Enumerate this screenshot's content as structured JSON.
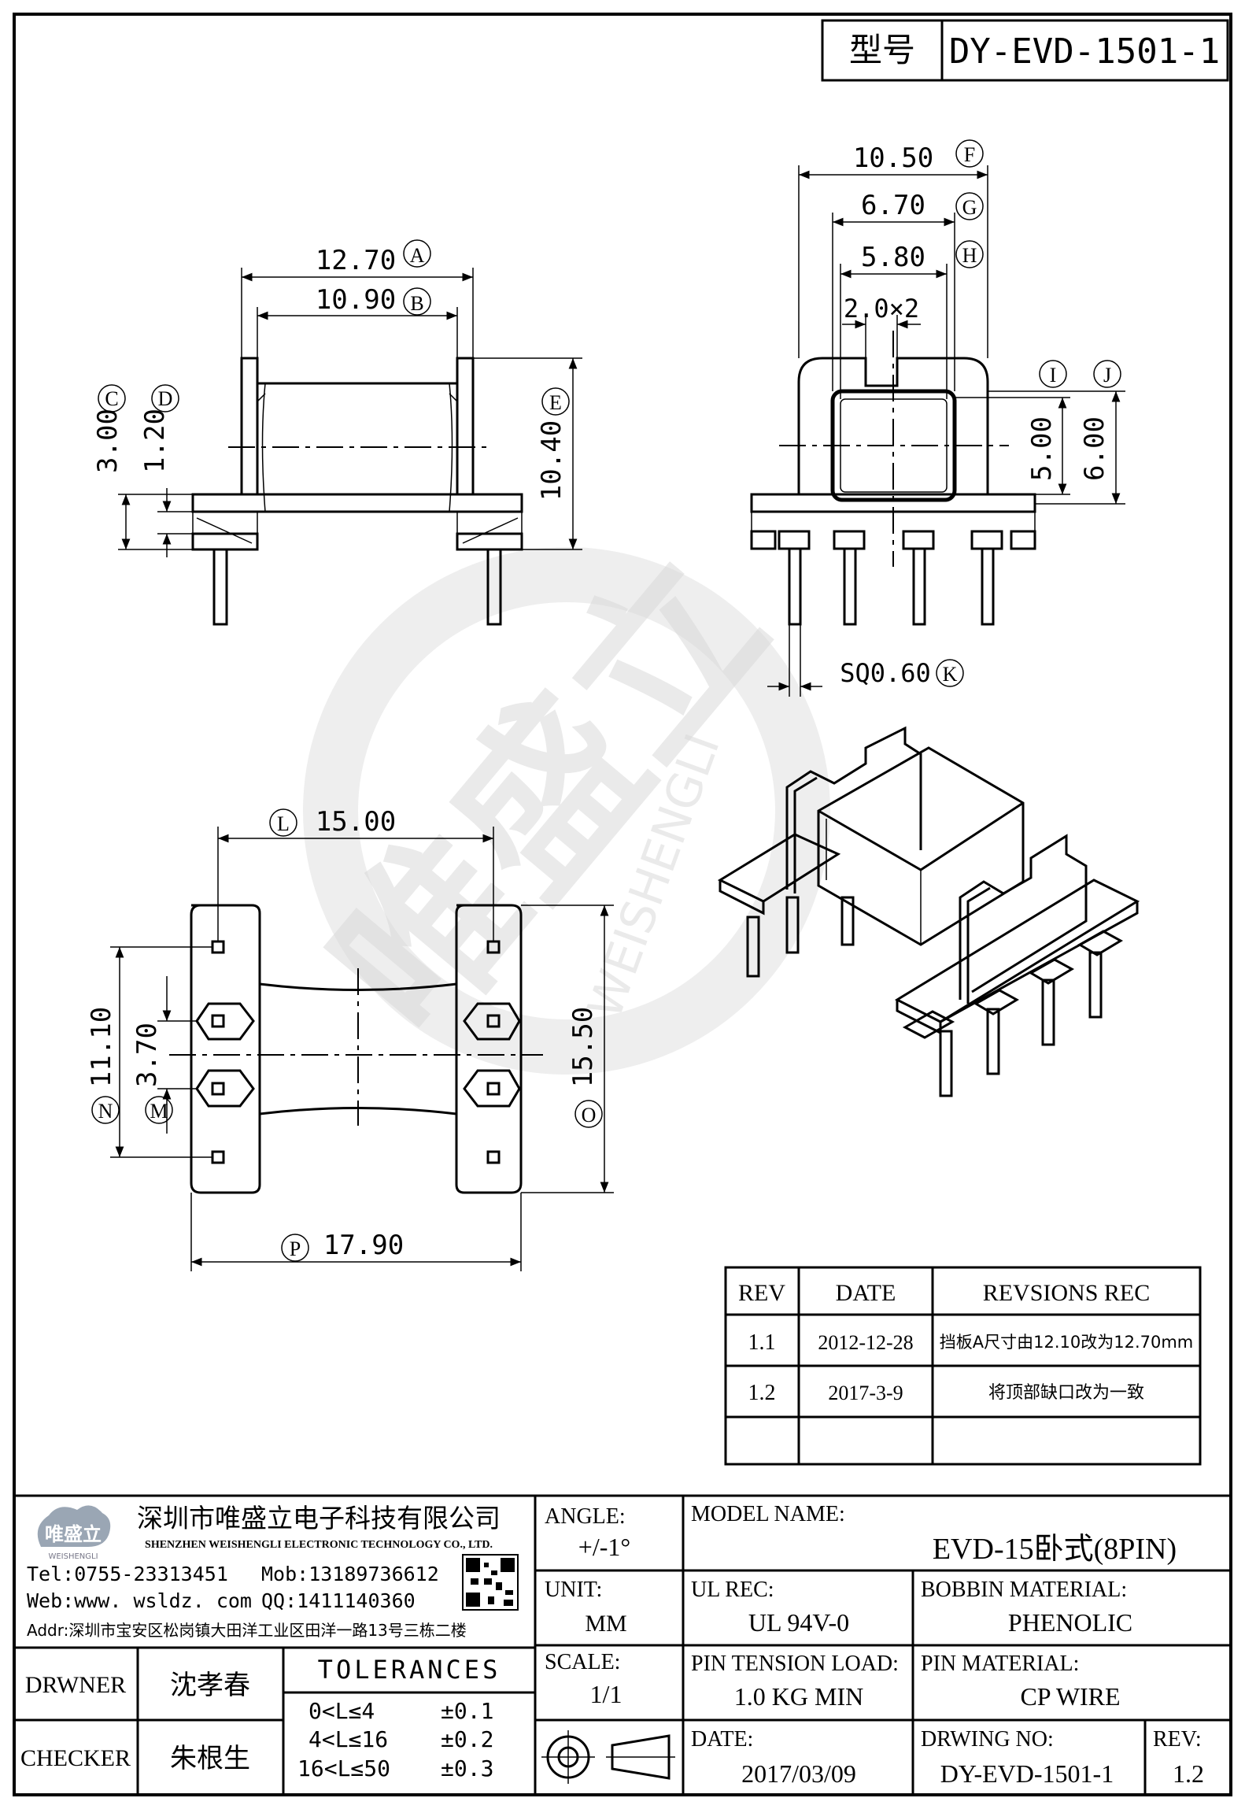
{
  "header": {
    "model_label": "型号",
    "model_no": "DY-EVD-1501-1"
  },
  "watermark": {
    "brand_cn": "唯盛立",
    "brand_en": "WEISHENGLI"
  },
  "dimensions": {
    "A": {
      "letter": "A",
      "value": "12.70"
    },
    "B": {
      "letter": "B",
      "value": "10.90"
    },
    "C": {
      "letter": "C",
      "value": "3.00"
    },
    "D": {
      "letter": "D",
      "value": "1.20"
    },
    "E": {
      "letter": "E",
      "value": "10.40"
    },
    "F": {
      "letter": "F",
      "value": "10.50"
    },
    "G": {
      "letter": "G",
      "value": "6.70"
    },
    "H": {
      "letter": "H",
      "value": "5.80"
    },
    "slot": "2.0×2",
    "I": {
      "letter": "I",
      "value": "5.00"
    },
    "J": {
      "letter": "J",
      "value": "6.00"
    },
    "K": {
      "letter": "K",
      "value": "SQ0.60"
    },
    "L": {
      "letter": "L",
      "value": "15.00"
    },
    "N": {
      "letter": "N",
      "value": "11.10"
    },
    "M": {
      "letter": "M",
      "value": "3.70"
    },
    "O": {
      "letter": "O",
      "value": "15.50"
    },
    "P": {
      "letter": "P",
      "value": "17.90"
    }
  },
  "revisions": {
    "headers": [
      "REV",
      "DATE",
      "REVSIONS REC"
    ],
    "rows": [
      [
        "1.1",
        "2012-12-28",
        "挡板A尺寸由12.10改为12.70mm"
      ],
      [
        "1.2",
        "2017-3-9",
        "将顶部缺口改为一致"
      ],
      [
        "",
        "",
        ""
      ]
    ]
  },
  "title_block": {
    "company_cn": "深圳市唯盛立电子科技有限公司",
    "company_en": "SHENZHEN WEISHENGLI ELECTRONIC TECHNOLOGY CO., LTD.",
    "logo_text": "唯盛立",
    "logo_sub": "WEISHENGLI",
    "tel": "Tel:0755-23313451",
    "mob": "Mob:13189736612",
    "web": "Web:www. wsldz. com",
    "qq": "QQ:1411140360",
    "addr": "Addr:深圳市宝安区松岗镇大田洋工业区田洋一路13号三栋二楼",
    "angle_label": "ANGLE:",
    "angle_value": "+/-1°",
    "unit_label": "UNIT:",
    "unit_value": "MM",
    "scale_label": "SCALE:",
    "scale_value": "1/1",
    "model_name_label": "MODEL NAME:",
    "model_name_value": "EVD-15卧式(8PIN)",
    "ul_label": "UL REC:",
    "ul_value": "UL 94V-0",
    "bobbin_label": "BOBBIN MATERIAL:",
    "bobbin_value": "PHENOLIC",
    "tension_label": "PIN TENSION LOAD:",
    "tension_value": "1.0 KG MIN",
    "pin_label": "PIN MATERIAL:",
    "pin_value": "CP WIRE",
    "date_label": "DATE:",
    "date_value": "2017/03/09",
    "drwing_label": "DRWING NO:",
    "drwing_value": "DY-EVD-1501-1",
    "rev_label": "REV:",
    "rev_value": "1.2",
    "drawner_label": "DRWNER",
    "drawner_value": "沈孝春",
    "checker_label": "CHECKER",
    "checker_value": "朱根生",
    "tolerances_label": "TOLERANCES",
    "tolerances": [
      {
        "range": "0<L≤4",
        "tol": "±0.1"
      },
      {
        "range": "4<L≤16",
        "tol": "±0.2"
      },
      {
        "range": "16<L≤50",
        "tol": "±0.3"
      }
    ]
  }
}
